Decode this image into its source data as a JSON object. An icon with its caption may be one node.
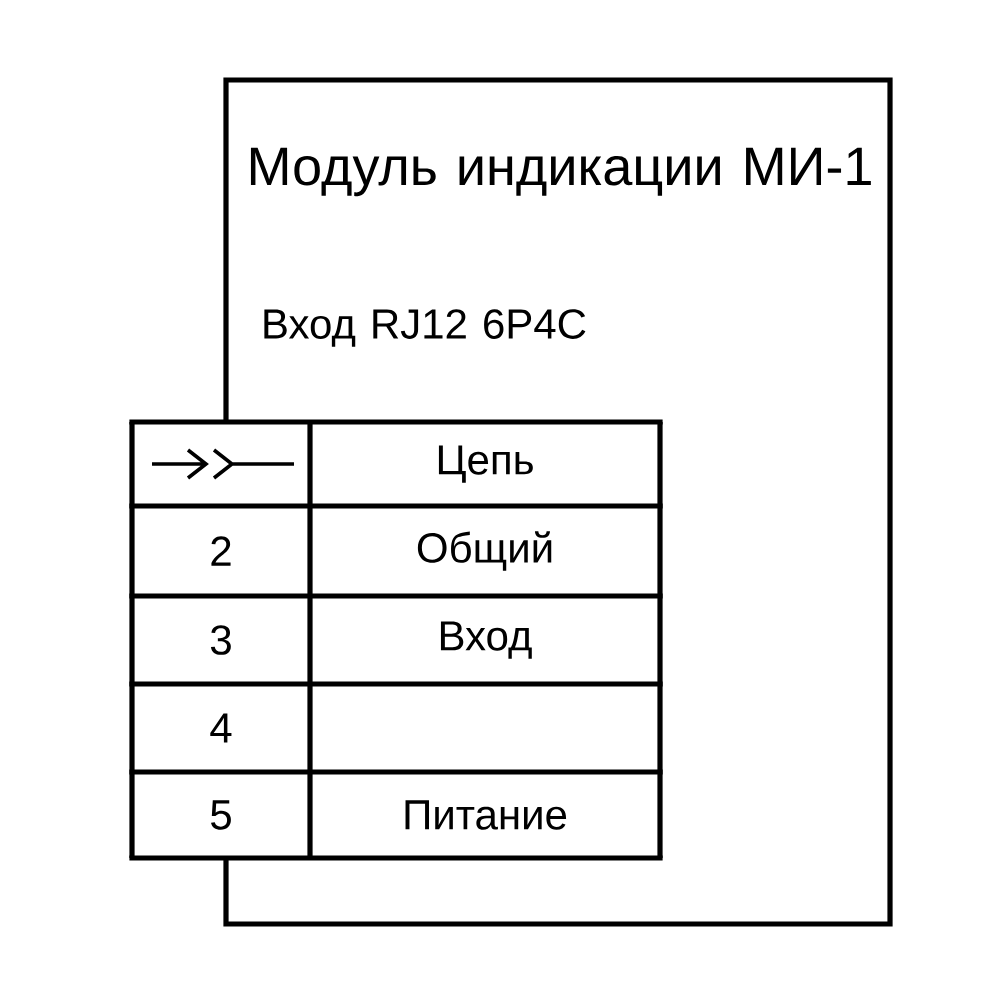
{
  "diagram": {
    "nodes": [
      {
        "text": [
          "Модуль индикации МИ-1",
          "Вход RJ12 6P4C"
        ]
      }
    ],
    "edges": [],
    "labels": [
      "Цепь",
      "2",
      "Общий",
      "3",
      "Вход",
      "4",
      "5",
      "Питание"
    ]
  }
}
